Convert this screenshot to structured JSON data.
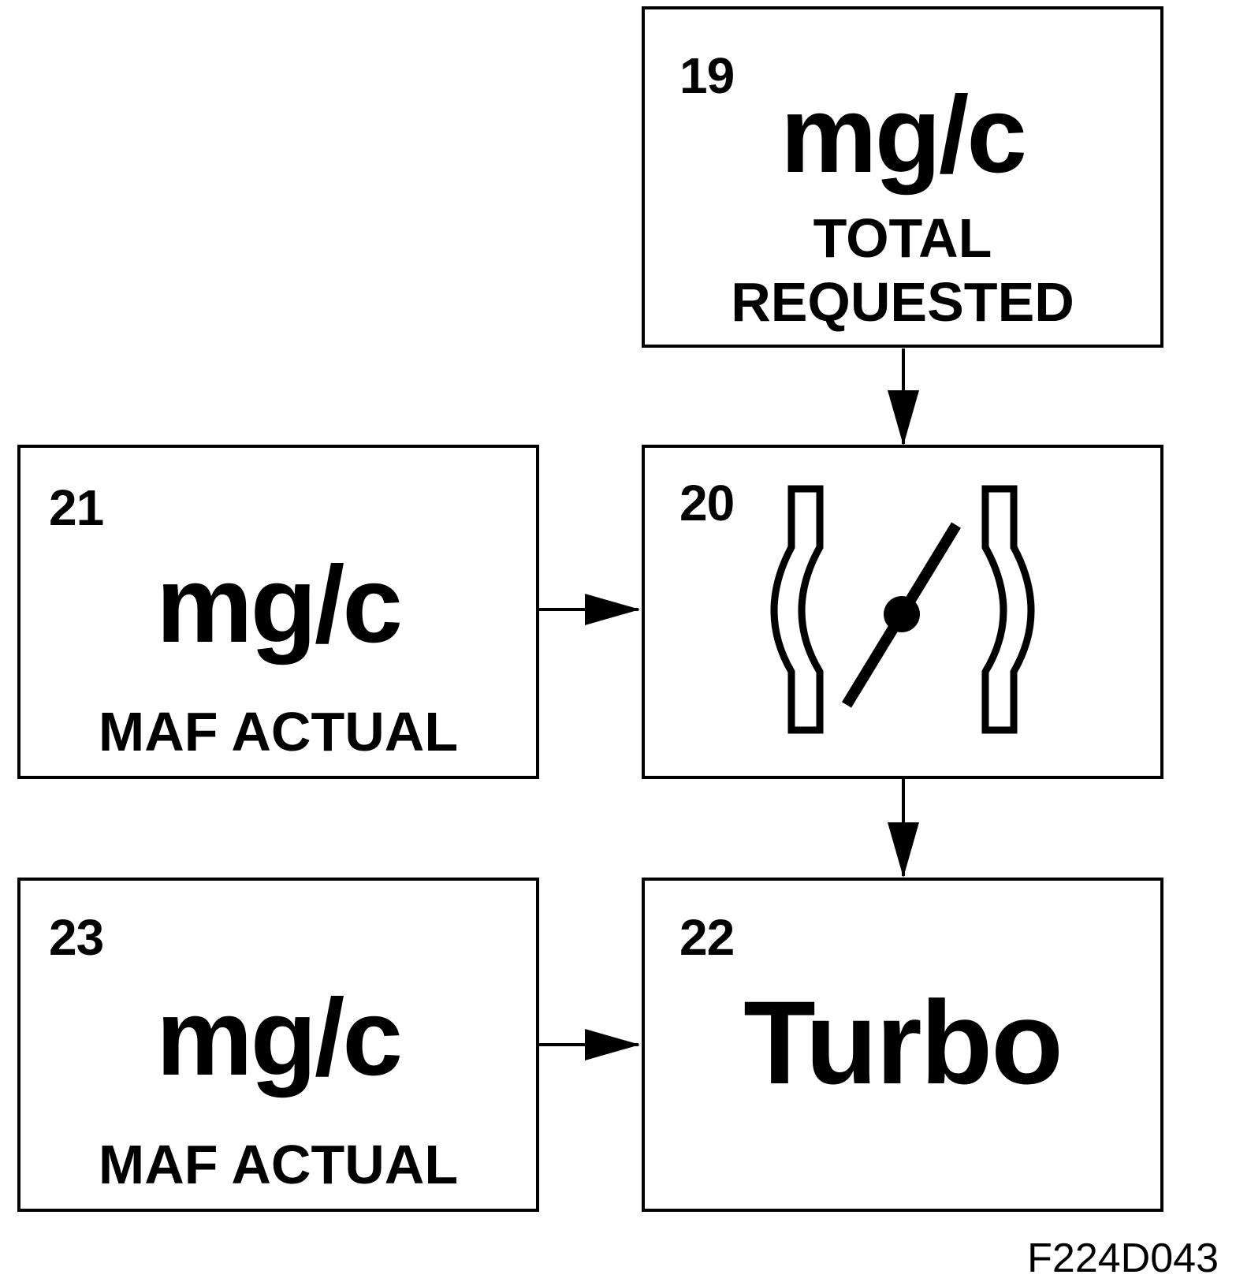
{
  "boxes": {
    "b19": {
      "number": "19",
      "unit": "mg/c",
      "label_line1": "TOTAL",
      "label_line2": "REQUESTED"
    },
    "b20": {
      "number": "20",
      "icon": "throttle-valve-icon"
    },
    "b21": {
      "number": "21",
      "unit": "mg/c",
      "label": "MAF ACTUAL"
    },
    "b22": {
      "number": "22",
      "title": "Turbo"
    },
    "b23": {
      "number": "23",
      "unit": "mg/c",
      "label": "MAF ACTUAL"
    }
  },
  "figure_id": "F224D043"
}
